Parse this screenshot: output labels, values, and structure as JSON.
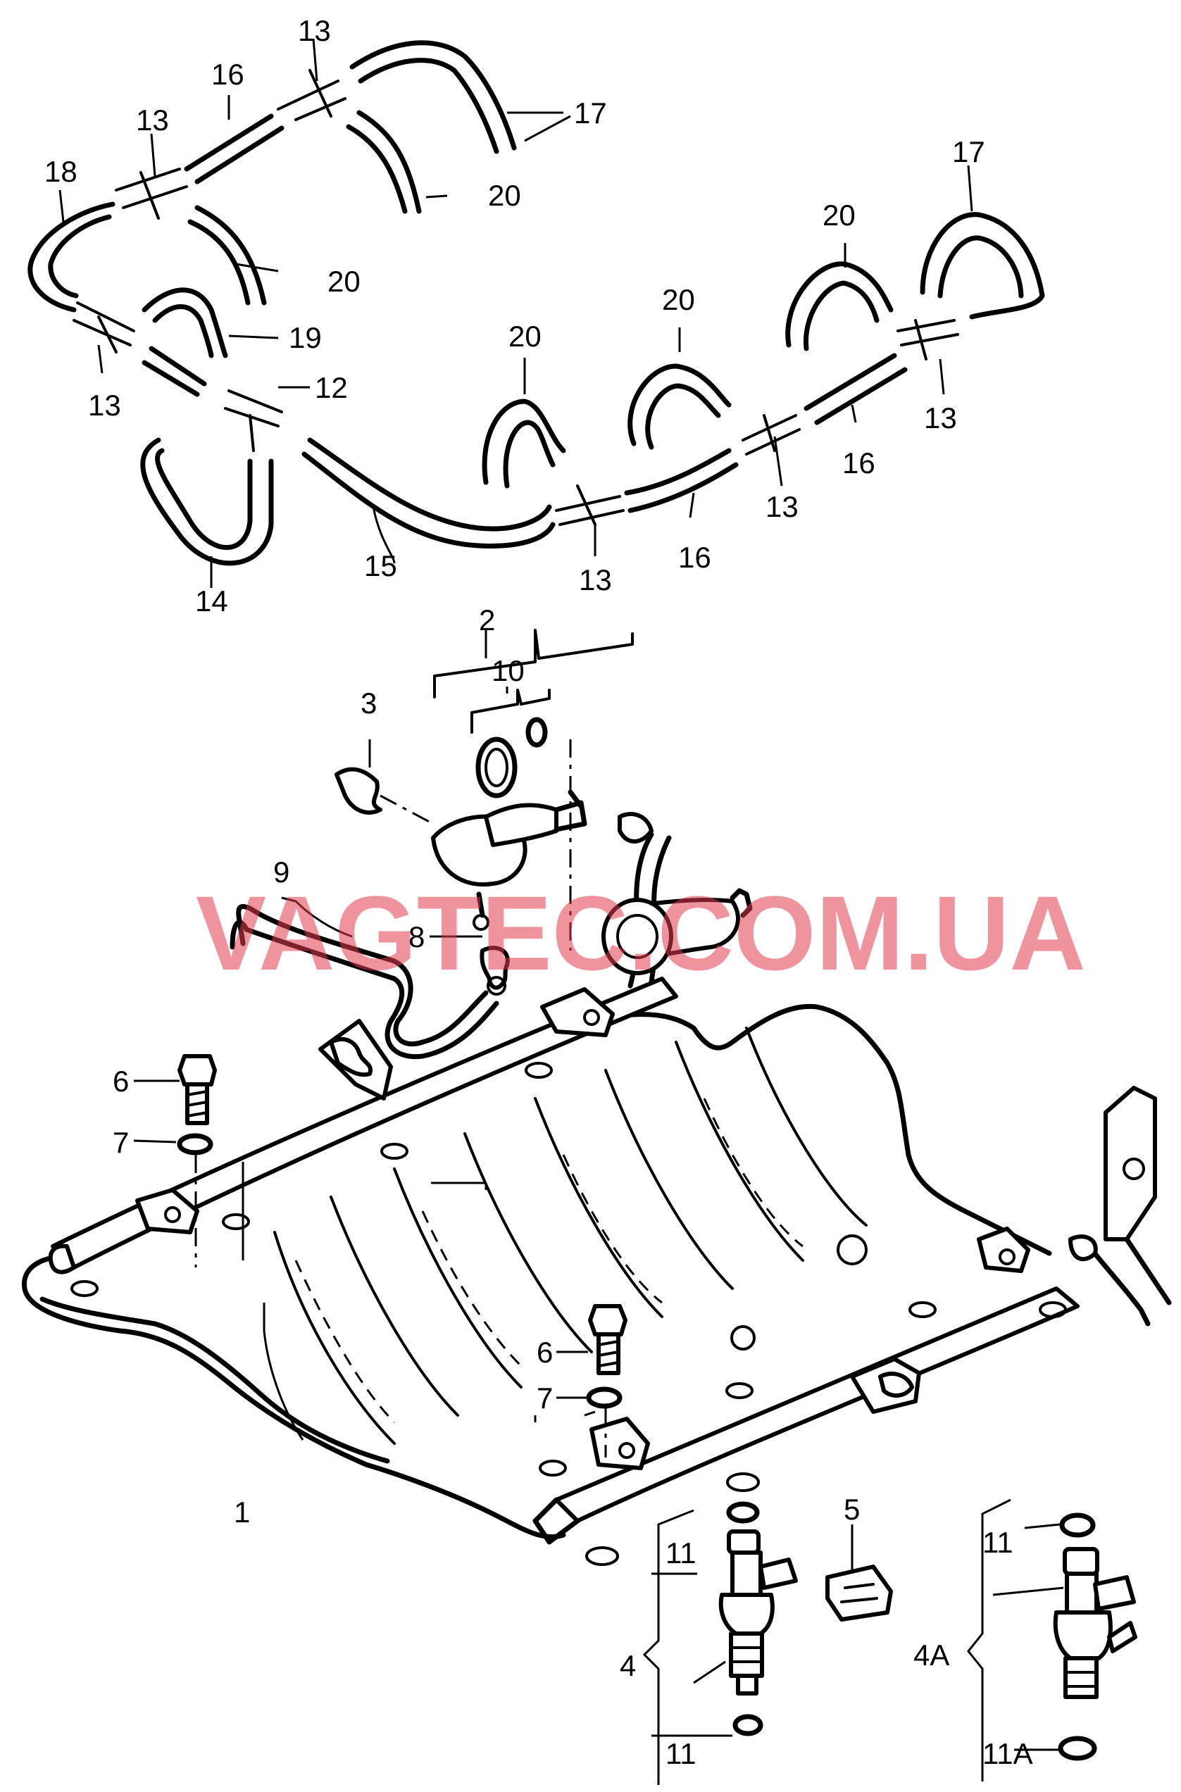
{
  "watermark": "VAGTEC.COM.UA",
  "callouts": {
    "c1": "1",
    "c2": "2",
    "c3": "3",
    "c4": "4",
    "c4a": "4A",
    "c5": "5",
    "c6a": "6",
    "c6b": "6",
    "c7a": "7",
    "c7b": "7",
    "c8": "8",
    "c9": "9",
    "c10": "10",
    "c11a": "11",
    "c11b": "11",
    "c11c": "11",
    "c11d": "11A",
    "c12": "12",
    "c13a": "13",
    "c13b": "13",
    "c13c": "13",
    "c13d": "13",
    "c13e": "13",
    "c13f": "13",
    "c14": "14",
    "c15": "15",
    "c16a": "16",
    "c16b": "16",
    "c16c": "16",
    "c17a": "17",
    "c17b": "17",
    "c18": "18",
    "c19": "19",
    "c20a": "20",
    "c20b": "20",
    "c20c": "20",
    "c20d": "20",
    "c20e": "20"
  }
}
